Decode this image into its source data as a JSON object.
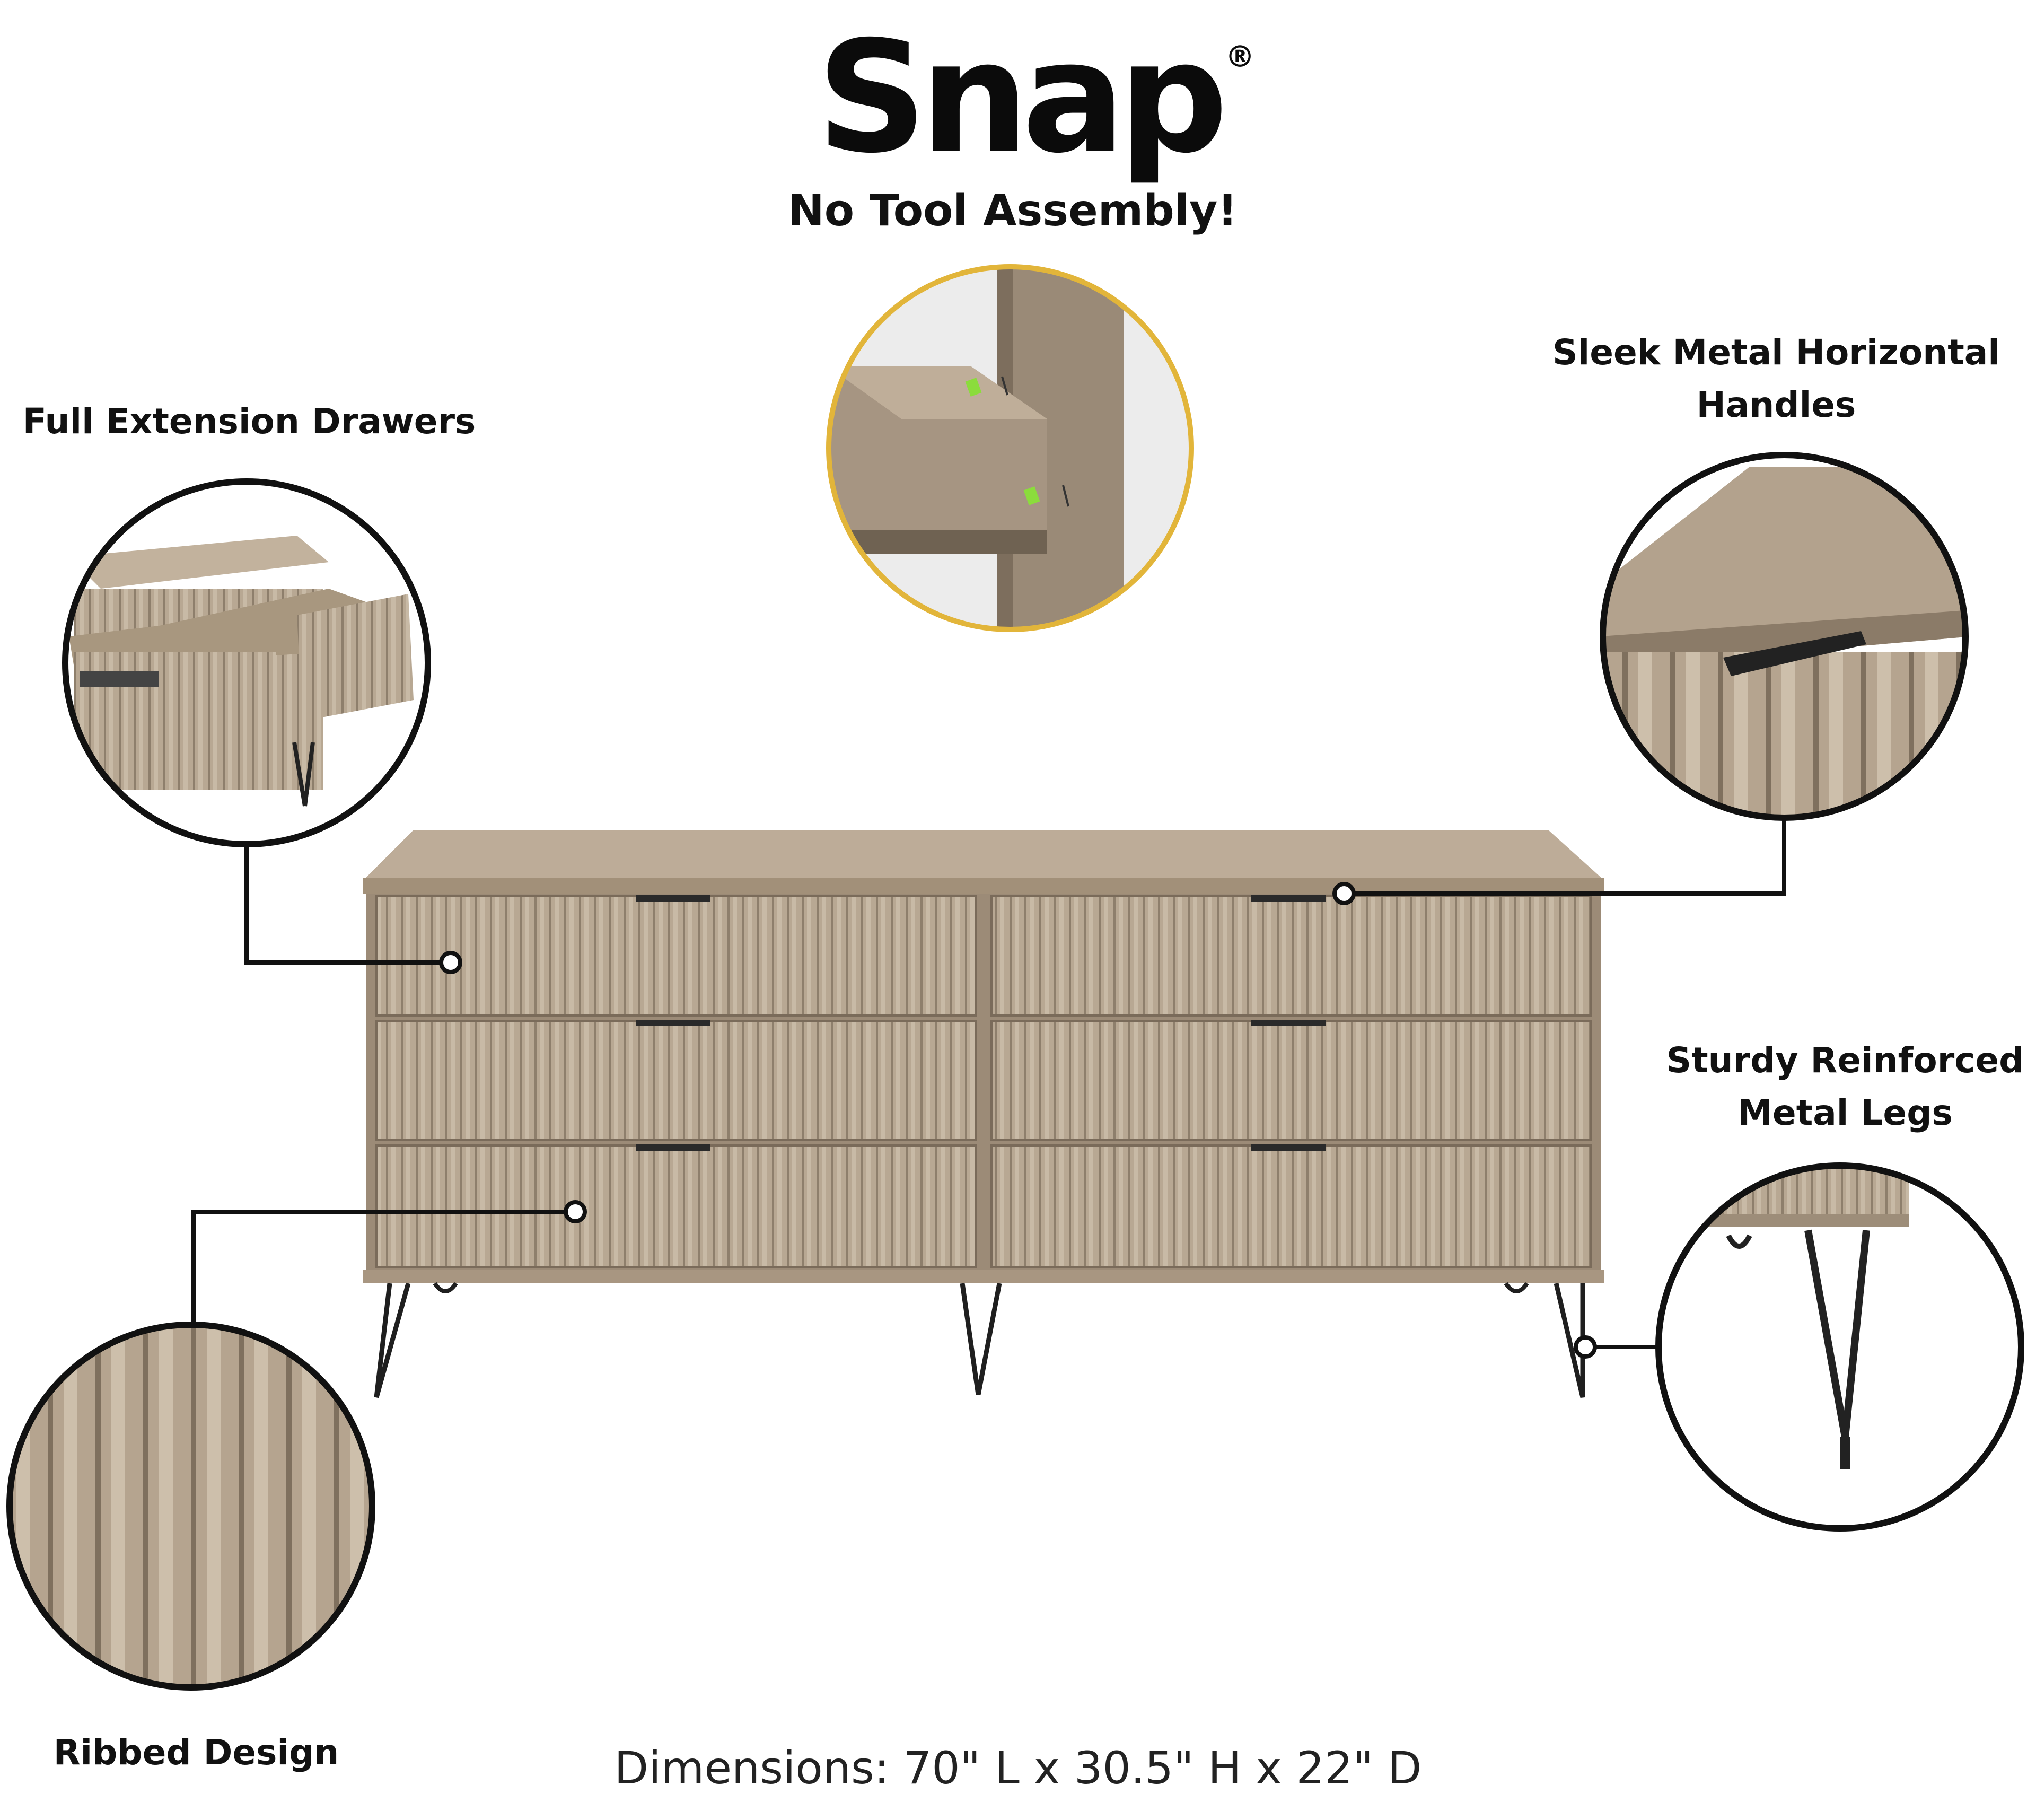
{
  "brand": {
    "name": "Snap",
    "registered_mark": "®",
    "tagline": "No Tool Assembly!"
  },
  "features": {
    "drawers": "Full Extension Drawers",
    "handles": "Sleek Metal Horizontal Handles",
    "legs": "Sturdy Reinforced Metal Legs",
    "ribbed": "Ribbed Design"
  },
  "dimensions": "Dimensions: 70\" L x 30.5\" H x 22\" D",
  "colors": {
    "wood": "#b3a28e",
    "wood_dark": "#8c7c69",
    "assembly_ring": "#e2b53a",
    "callout_line": "#111111",
    "metal": "#2a2a2a",
    "connector": "#8bdc3c"
  },
  "icons": [
    "assembly-detail-image",
    "drawer-detail-image",
    "handle-detail-image",
    "leg-detail-image",
    "ribbed-detail-image",
    "dresser-image"
  ]
}
